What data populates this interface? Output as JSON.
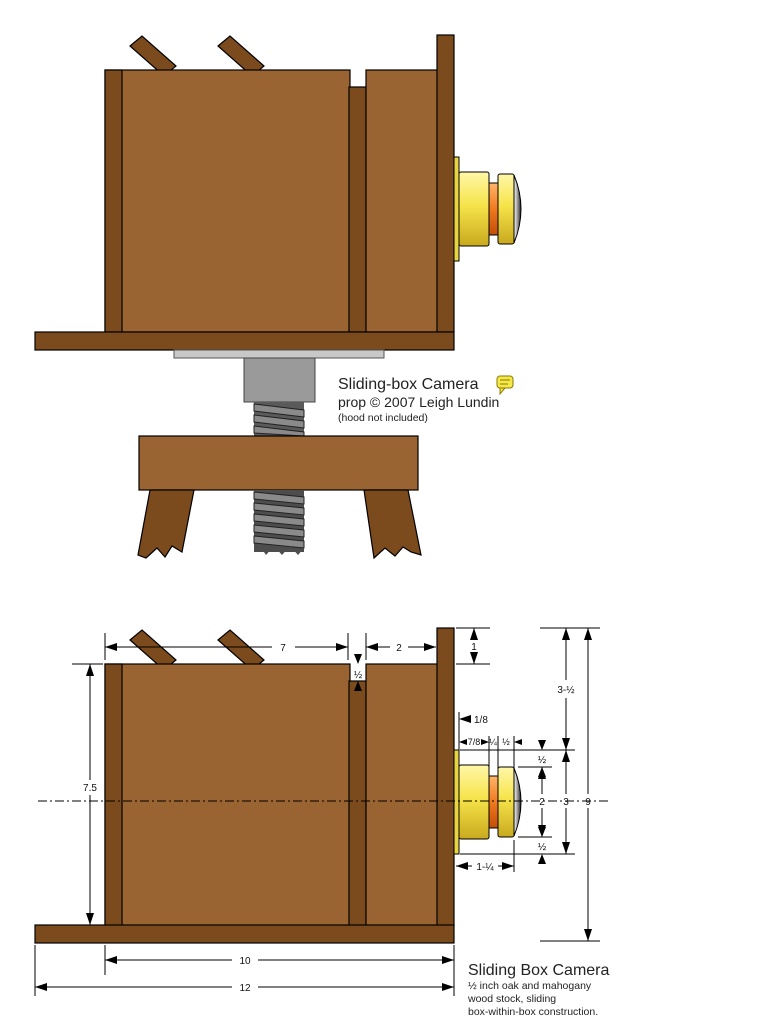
{
  "top_caption": {
    "title": "Sliding-box Camera",
    "credit": "prop © 2007 Leigh Lundin",
    "note": "(hood not included)",
    "note_icon": "speech-bubble-icon"
  },
  "bottom_caption": {
    "title": "Sliding Box Camera",
    "line1": "½ inch oak and mahogany",
    "line2": "wood stock, sliding",
    "line3": "box-within-box construction."
  },
  "dimensions": {
    "front_box_width": "7",
    "back_box_width": "2",
    "front_board_top": "1",
    "gap": "½",
    "height": "7.5",
    "upper_lens": "3-½",
    "lens_offset": "1/8",
    "lens_a": "7/8",
    "lens_b": "¼",
    "lens_c": "½",
    "lens_upper_half": "½",
    "lens_diameter": "2",
    "center_to_mid": "3",
    "total_height": "9",
    "lens_lower_half": "½",
    "lens_depth": "1-¼",
    "base_inner": "10",
    "base_total": "12"
  },
  "colors": {
    "wood": "#9a6432",
    "wood_dark": "#7b4a1d",
    "brass": "#f2e04a",
    "lens_orange": "#f07a1e",
    "metal": "#9a9a9a"
  }
}
